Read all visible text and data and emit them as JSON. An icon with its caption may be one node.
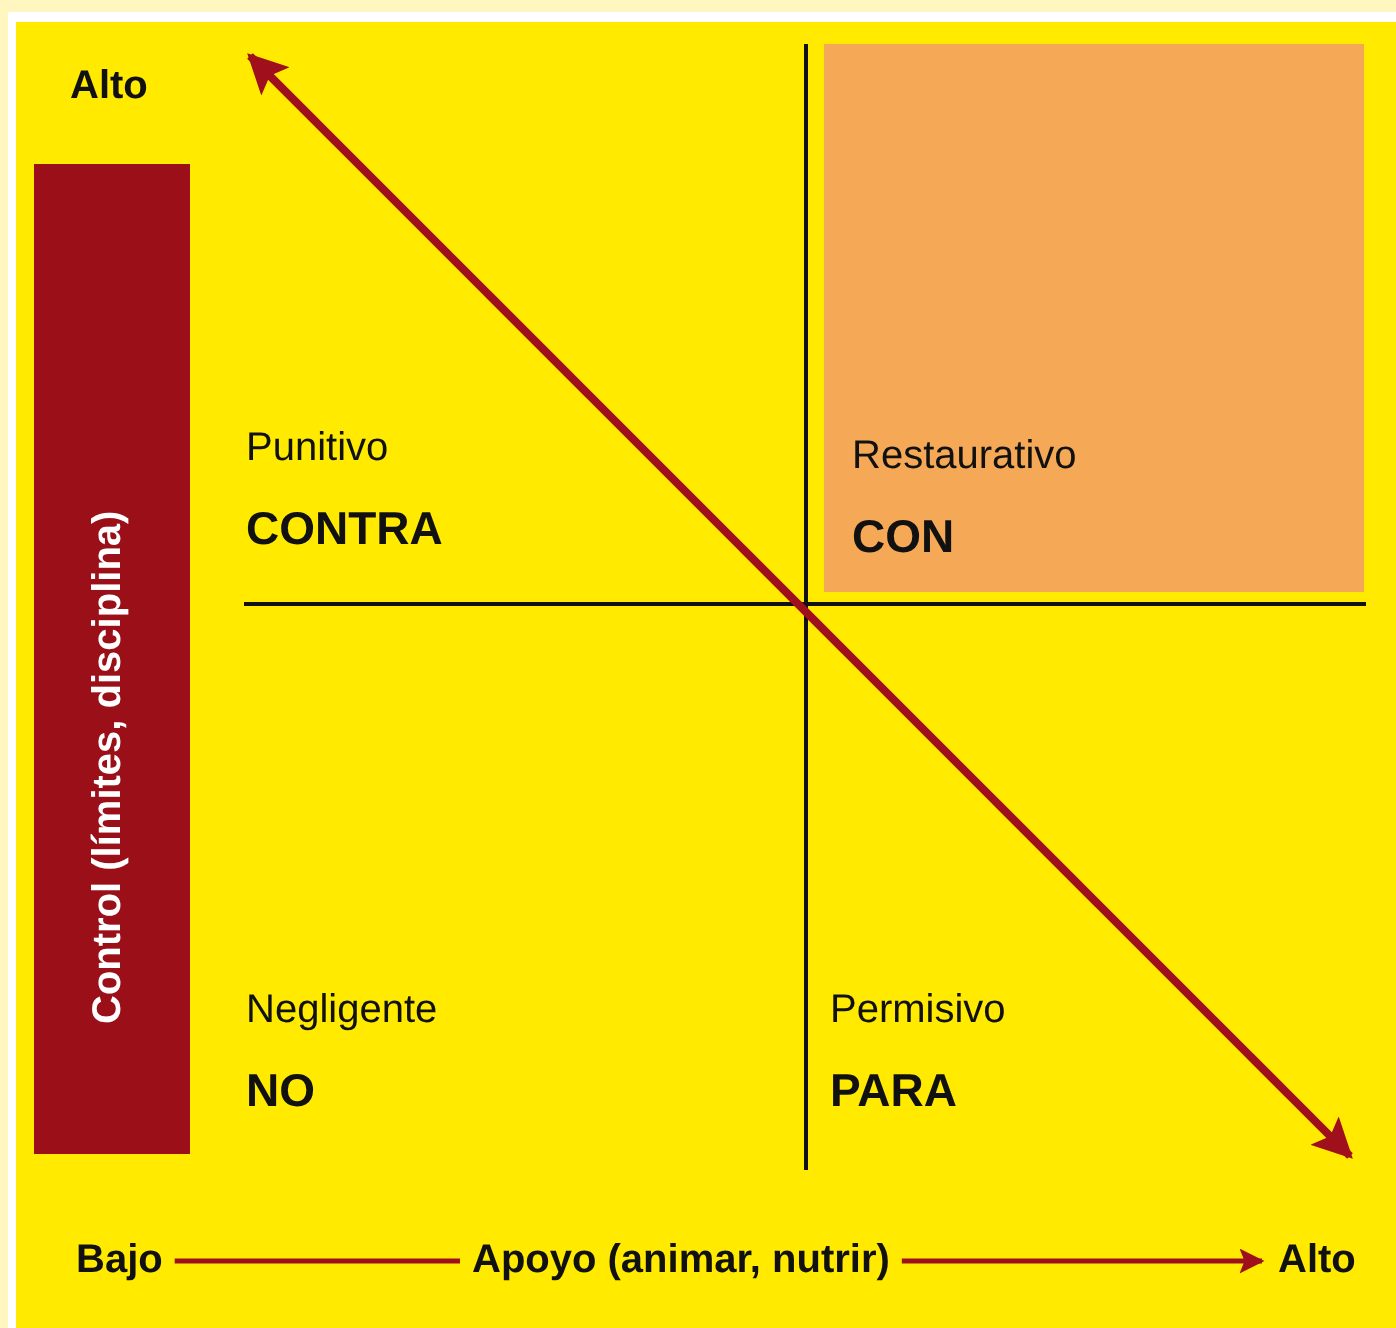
{
  "diagram": {
    "nodes": [
      {
        "text": [
          "Control (límites, disciplina)"
        ]
      },
      {
        "text": [
          "Punitivo",
          "CONTRA"
        ]
      },
      {
        "text": [
          "Restaurativo",
          "CON"
        ]
      },
      {
        "text": [
          "Negligente",
          "NO"
        ]
      },
      {
        "text": [
          "Permisivo",
          "PARA"
        ]
      }
    ],
    "labels": [
      "Alto",
      "Bajo",
      "Apoyo (animar, nutrir)",
      "Alto"
    ]
  }
}
